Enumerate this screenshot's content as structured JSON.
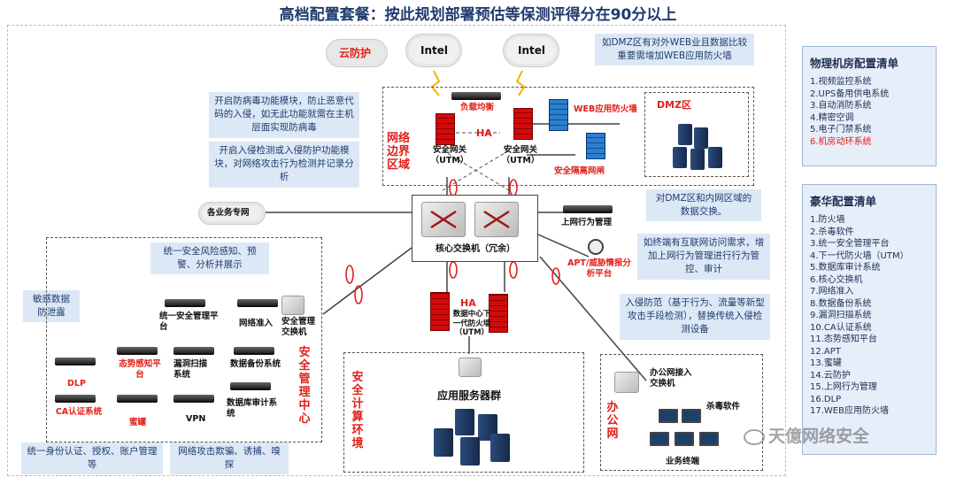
{
  "title": "高档配置套餐：按此规划部署预估等保测评得分在90分以上",
  "callouts": {
    "dmz_waf": "如DMZ区有对外WEB业且数据比较重要需增加WEB应用防火墙",
    "antivirus": "开启防病毒功能模块，防止恶意代码的入侵，如无此功能就需在主机层面实现防病毒",
    "ips": "开启入侵检测或入侵防护功能模块，对网络攻击行为检测并记录分析",
    "dmz_exchange": "对DMZ区和内网区域的数据交换。",
    "behavior": "如终端有互联网访问需求，增加上网行为管理进行行为管控、审计",
    "risk": "统一安全风险感知、预警、分析并展示",
    "sensitive": "敏感数据防泄露",
    "intrusion": "入侵防范（基于行为、流量等新型攻击手段检测），替换传统入侵检测设备",
    "auth": "统一身份认证、授权、账户管理等",
    "honeypot": "网络攻击欺骗、诱捕、嗅探"
  },
  "clouds": {
    "cloud_protect": "云防护",
    "intel1": "Intel",
    "intel2": "Intel",
    "business_net": "各业务专网"
  },
  "zones": {
    "border": "网络边界区域",
    "dmz": "DMZ区",
    "security_mgmt": "安全管理中心",
    "compute": "安全计算环境",
    "office": "办公网"
  },
  "devices": {
    "load_balance": "负载均衡",
    "ha_top": "HA",
    "utm1": "安全网关（UTM）",
    "utm2": "安全网关（UTM）",
    "waf": "WEB应用防火墙",
    "gap": "安全隔离网闸",
    "core_switch": "核心交换机（冗余）",
    "behavior_mgmt": "上网行为管理",
    "apt": "APT/威胁情报分析平台",
    "ha_mid": "HA",
    "dc_fw": "数据中心下一代防火墙（UTM）",
    "app_servers": "应用服务器群",
    "sec_switch": "安全管理交换机",
    "unified_mgmt": "统一安全管理平台",
    "net_access": "网络准入",
    "vuln_scan": "漏洞扫描系统",
    "backup": "数据备份系统",
    "situation": "态势感知平台",
    "dlp": "DLP",
    "ca": "CA认证系统",
    "honeypot_dev": "蜜罐",
    "vpn": "VPN",
    "db_audit": "数据库审计系统",
    "office_switch": "办公网接入交换机",
    "antivirus_sw": "杀毒软件",
    "terminals": "业务终端"
  },
  "panel_room": {
    "title": "物理机房配置清单",
    "items": [
      "1.视频监控系统",
      "2.UPS备用供电系统",
      "3.自动消防系统",
      "4.精密空调",
      "5.电子门禁系统",
      "6.机房动环系统"
    ]
  },
  "panel_lux": {
    "title": "豪华配置清单",
    "items": [
      "1.防火墙",
      "2.杀毒软件",
      "3.统一安全管理平台",
      "4.下一代防火墙（UTM）",
      "5.数据库审计系统",
      "6.核心交换机",
      "7.网络准入",
      "8.数据备份系统",
      "9.漏洞扫描系统",
      "10.CA认证系统",
      "11.态势感知平台",
      "12.APT",
      "13.蜜罐",
      "14.云防护",
      "15.上网行为管理",
      "16.DLP",
      "17.WEB应用防火墙"
    ]
  },
  "watermark": "天億网络安全",
  "colors": {
    "accent_red": "#e0201a",
    "callout_bg": "#dce8f5",
    "title": "#1f3b6e"
  }
}
